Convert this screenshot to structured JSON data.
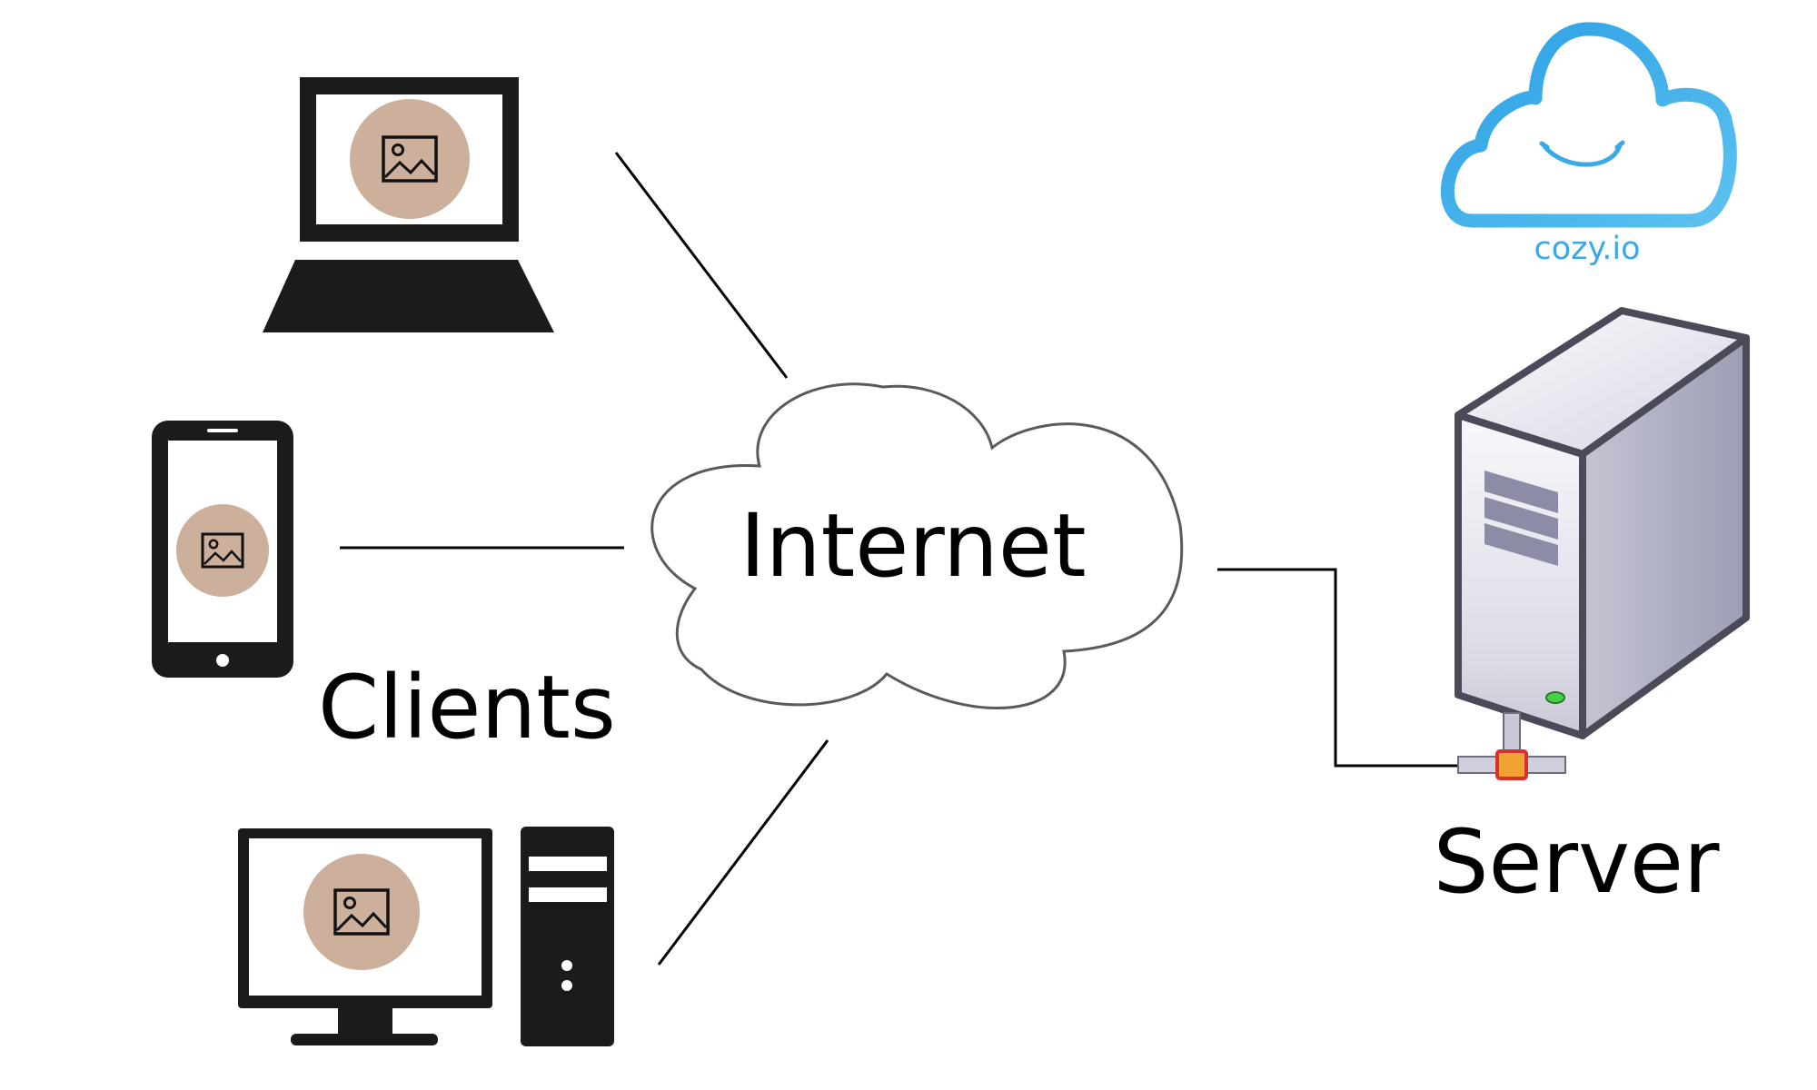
{
  "labels": {
    "internet": "Internet",
    "clients": "Clients",
    "server": "Server",
    "brand": "cozy.io"
  },
  "clients": [
    {
      "device": "laptop",
      "icon": "image-placeholder-icon"
    },
    {
      "device": "smartphone",
      "icon": "image-placeholder-icon"
    },
    {
      "device": "desktop-computer",
      "icon": "image-placeholder-icon"
    }
  ],
  "colors": {
    "device": "#1b1b1b",
    "placeholder_fill": "#cdb09b",
    "cloud_outline": "#5a5a5a",
    "brand_blue": "#3aa9e6",
    "server_body": "#e6e6ee",
    "server_side": "#a8a8bd",
    "connector_orange": "#f2a233"
  }
}
